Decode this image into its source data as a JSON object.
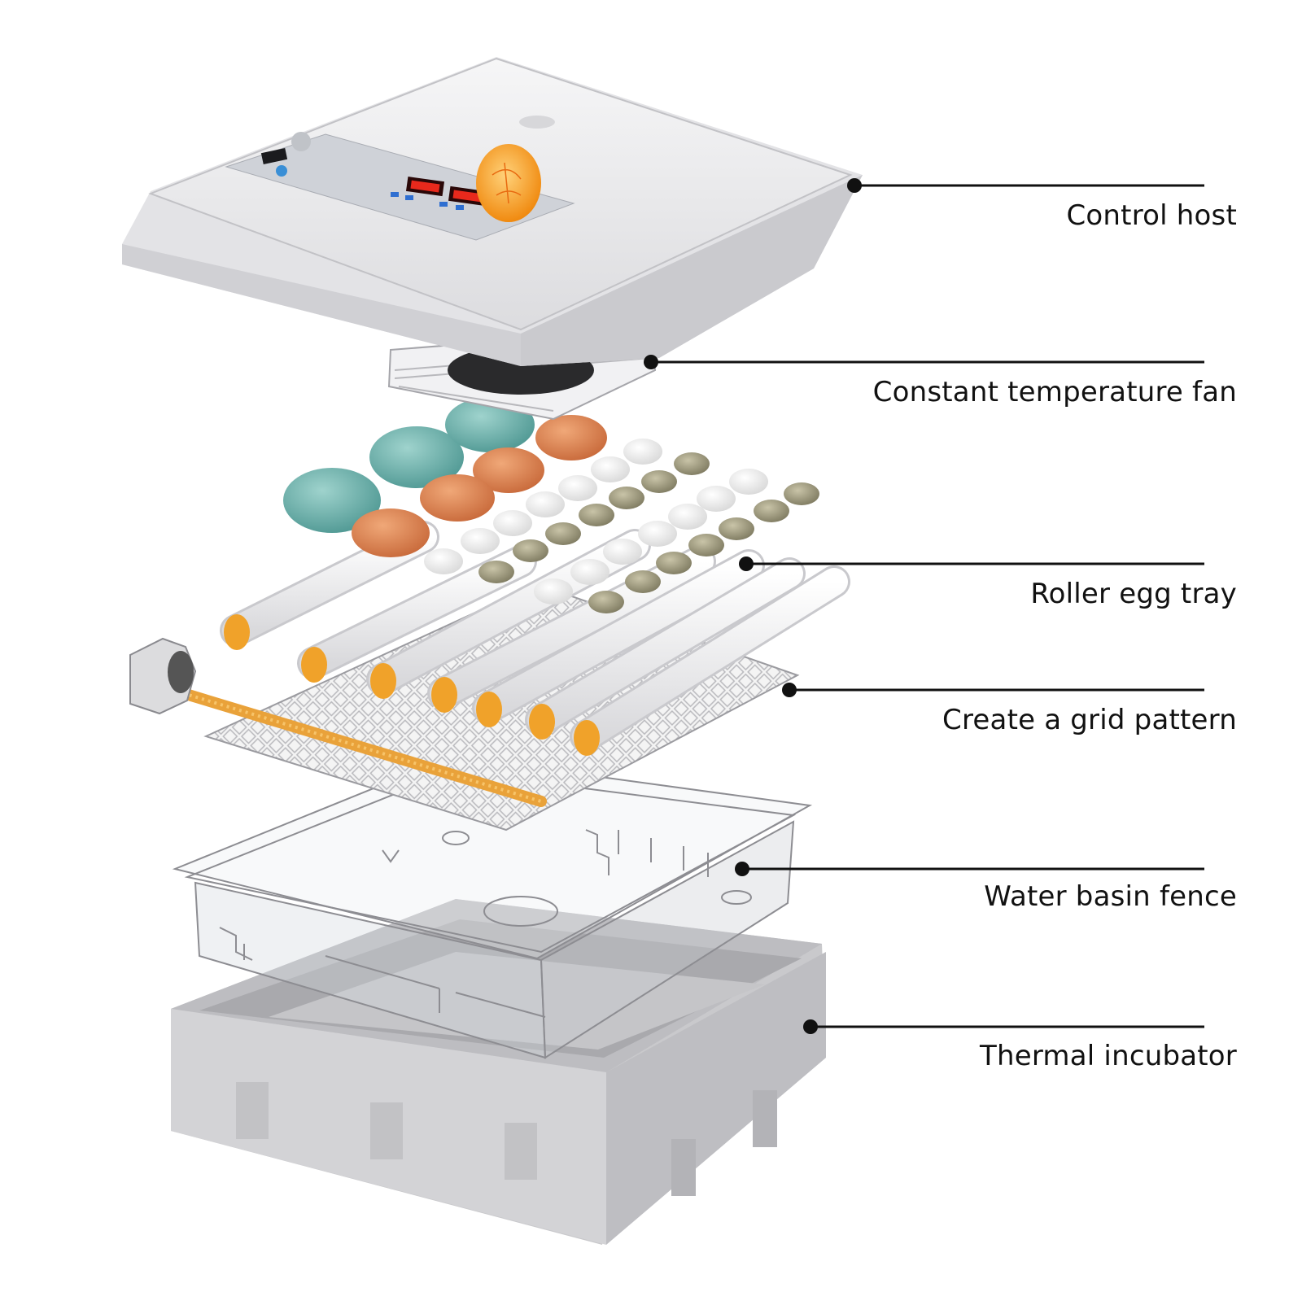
{
  "diagram": {
    "labels": {
      "control_host": "Control host",
      "fan": "Constant temperature fan",
      "roller_tray": "Roller egg tray",
      "grid": "Create a grid pattern",
      "water_basin": "Water basin fence",
      "thermal": "Thermal incubator"
    }
  },
  "colors": {
    "shell_white": "#eeeef0",
    "display_red": "#e8291c",
    "egg_orange": "#d9804a",
    "egg_teal": "#6fb3ad",
    "roller_gear": "#f0a22a",
    "incubator_grey": "#c8c8cc"
  }
}
